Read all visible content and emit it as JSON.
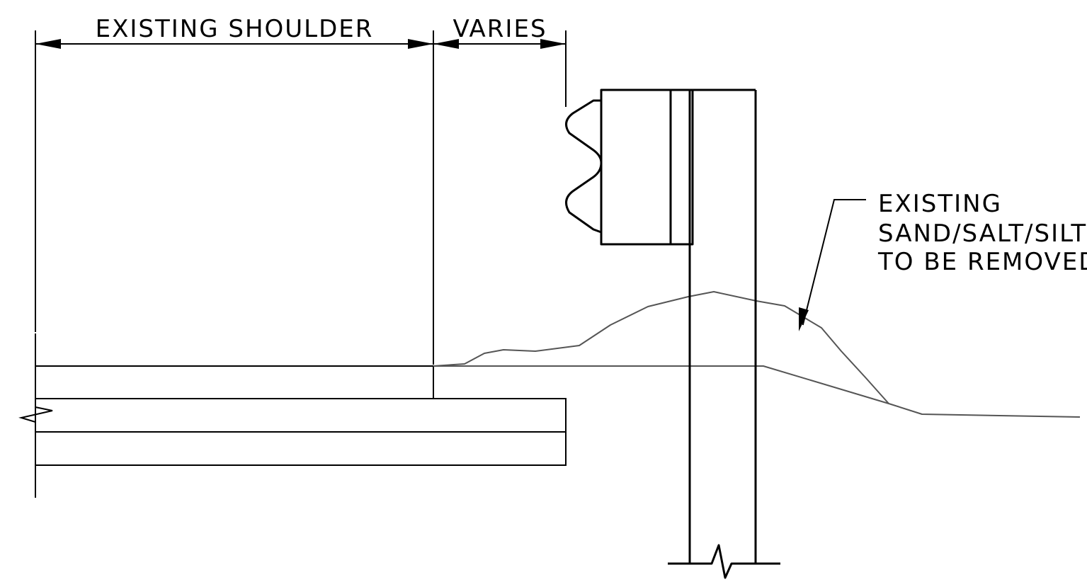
{
  "labels": {
    "existing_shoulder": "EXISTING SHOULDER",
    "varies": "VARIES",
    "callout_line1": "EXISTING",
    "callout_line2": "SAND/SALT/SILT",
    "callout_line3": "TO BE REMOVED"
  }
}
